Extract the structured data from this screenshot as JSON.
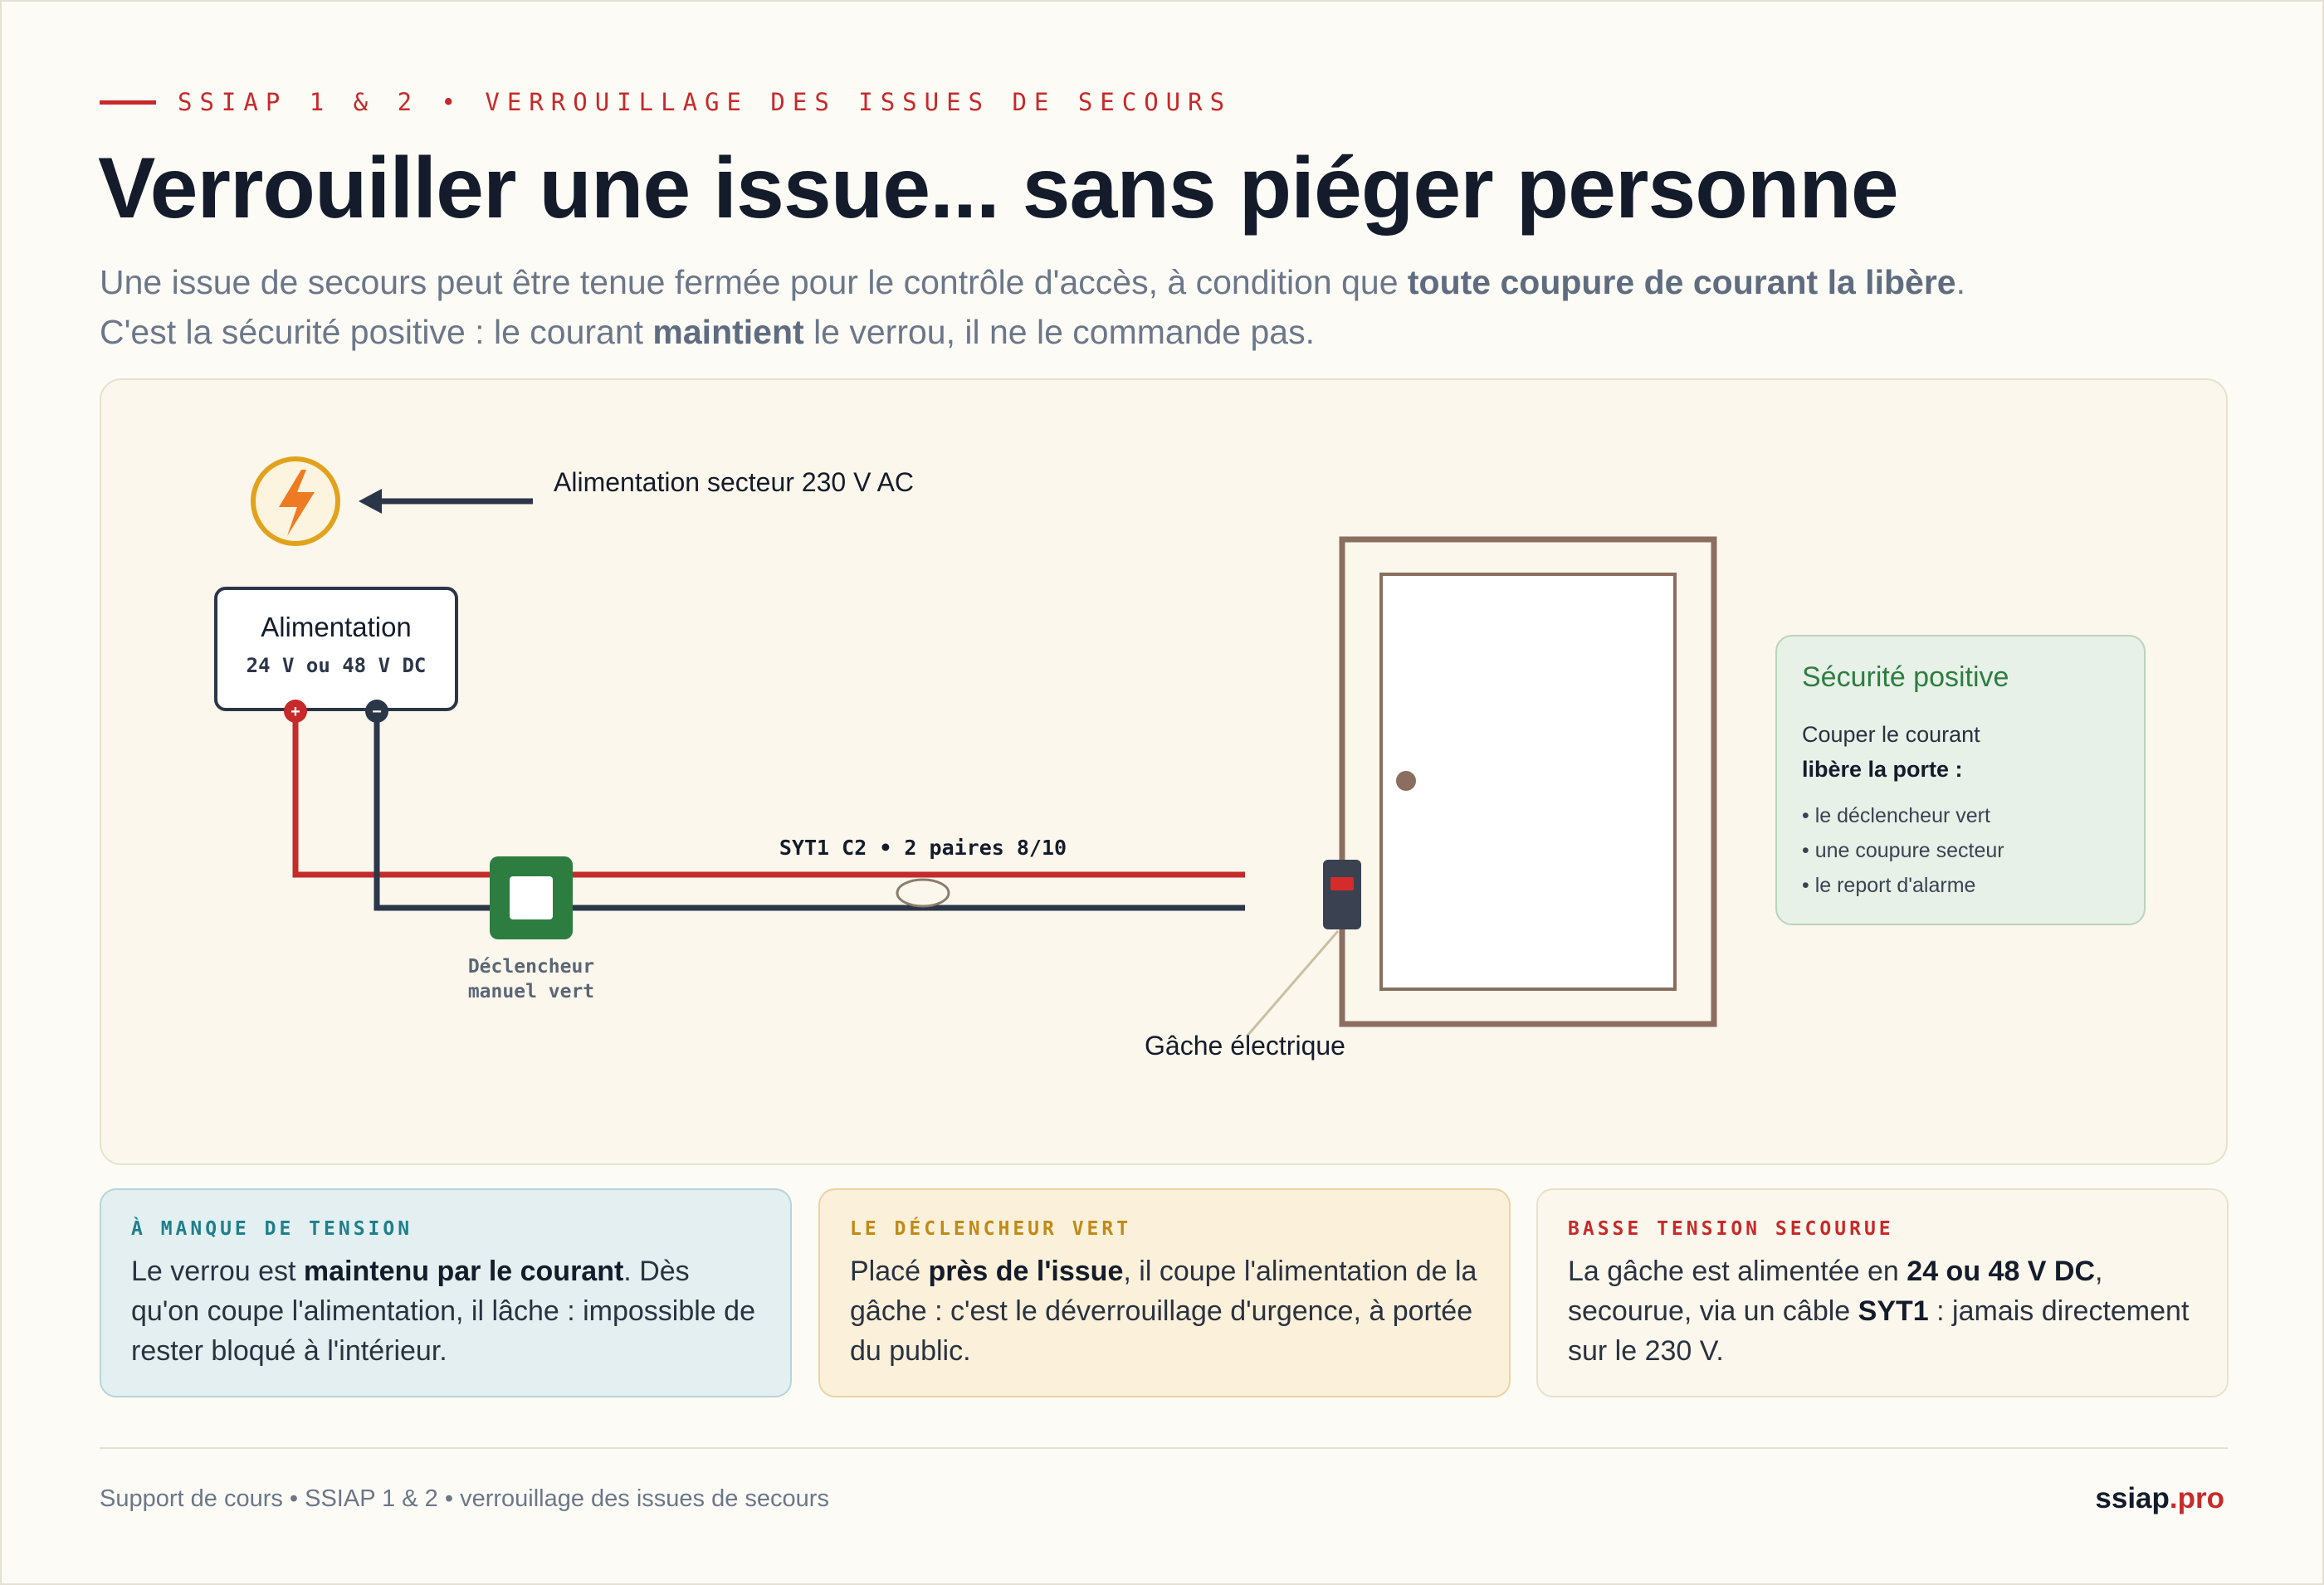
{
  "header": {
    "kicker": "SSIAP 1 & 2 • VERROUILLAGE DES ISSUES DE SECOURS",
    "title": "Verrouiller une issue... sans piéger personne",
    "subtitle_line1": {
      "part1": "Une issue de secours peut être tenue fermée pour le contrôle d'accès, à condition que ",
      "bold": "toute coupure de courant la libère",
      "part2": "."
    },
    "subtitle_line2": {
      "part1": "C'est la sécurité positive : le courant ",
      "bold": "maintient",
      "part2": " le verrou, il ne le commande pas."
    }
  },
  "diagram": {
    "mains_label": "Alimentation secteur 230 V AC",
    "power_supply": {
      "title": "Alimentation",
      "spec": "24 V ou 48 V DC",
      "plus": "+",
      "minus": "−"
    },
    "cable_label": "SYT1 C2 • 2 paires 8/10",
    "trigger_label_line1": "Déclencheur",
    "trigger_label_line2": "manuel vert",
    "strike_label": "Gâche électrique",
    "colors": {
      "positive_wire": "#c62a2a",
      "negative_wire": "#2b3648",
      "trigger": "#2e7d40",
      "door_frame": "#8a6e60",
      "bolt": "#e2a21c",
      "strike_led": "#d62b2b"
    },
    "icons": {
      "mains": "lightning-bolt-icon"
    }
  },
  "side_card": {
    "title": "Sécurité positive",
    "line1": "Couper le courant",
    "line2": "libère la porte :",
    "items": [
      "• le déclencheur vert",
      "• une coupure secteur",
      "• le report d'alarme"
    ]
  },
  "cards": [
    {
      "label": "À MANQUE DE TENSION",
      "p1": "Le verrou est ",
      "b1": "maintenu par le courant",
      "p2": ". Dès qu'on coupe l'alimentation, il lâche : impossible de rester bloqué à l'intérieur."
    },
    {
      "label": "LE DÉCLENCHEUR VERT",
      "p1": "Placé ",
      "b1": "près de l'issue",
      "p2": ", il coupe l'alimentation de la gâche : c'est le déverrouillage d'urgence, à portée du public."
    },
    {
      "label": "BASSE TENSION SECOURUE",
      "p1": "La gâche est alimentée en ",
      "b1": "24 ou 48 V DC",
      "p2": ", secourue, via un câble ",
      "b2": "SYT1",
      "p3": " : jamais directement sur le 230 V."
    }
  ],
  "footer": {
    "left": "Support de cours • SSIAP 1 & 2 • verrouillage des issues de secours",
    "brand": "ssiap",
    "tld": ".pro"
  }
}
